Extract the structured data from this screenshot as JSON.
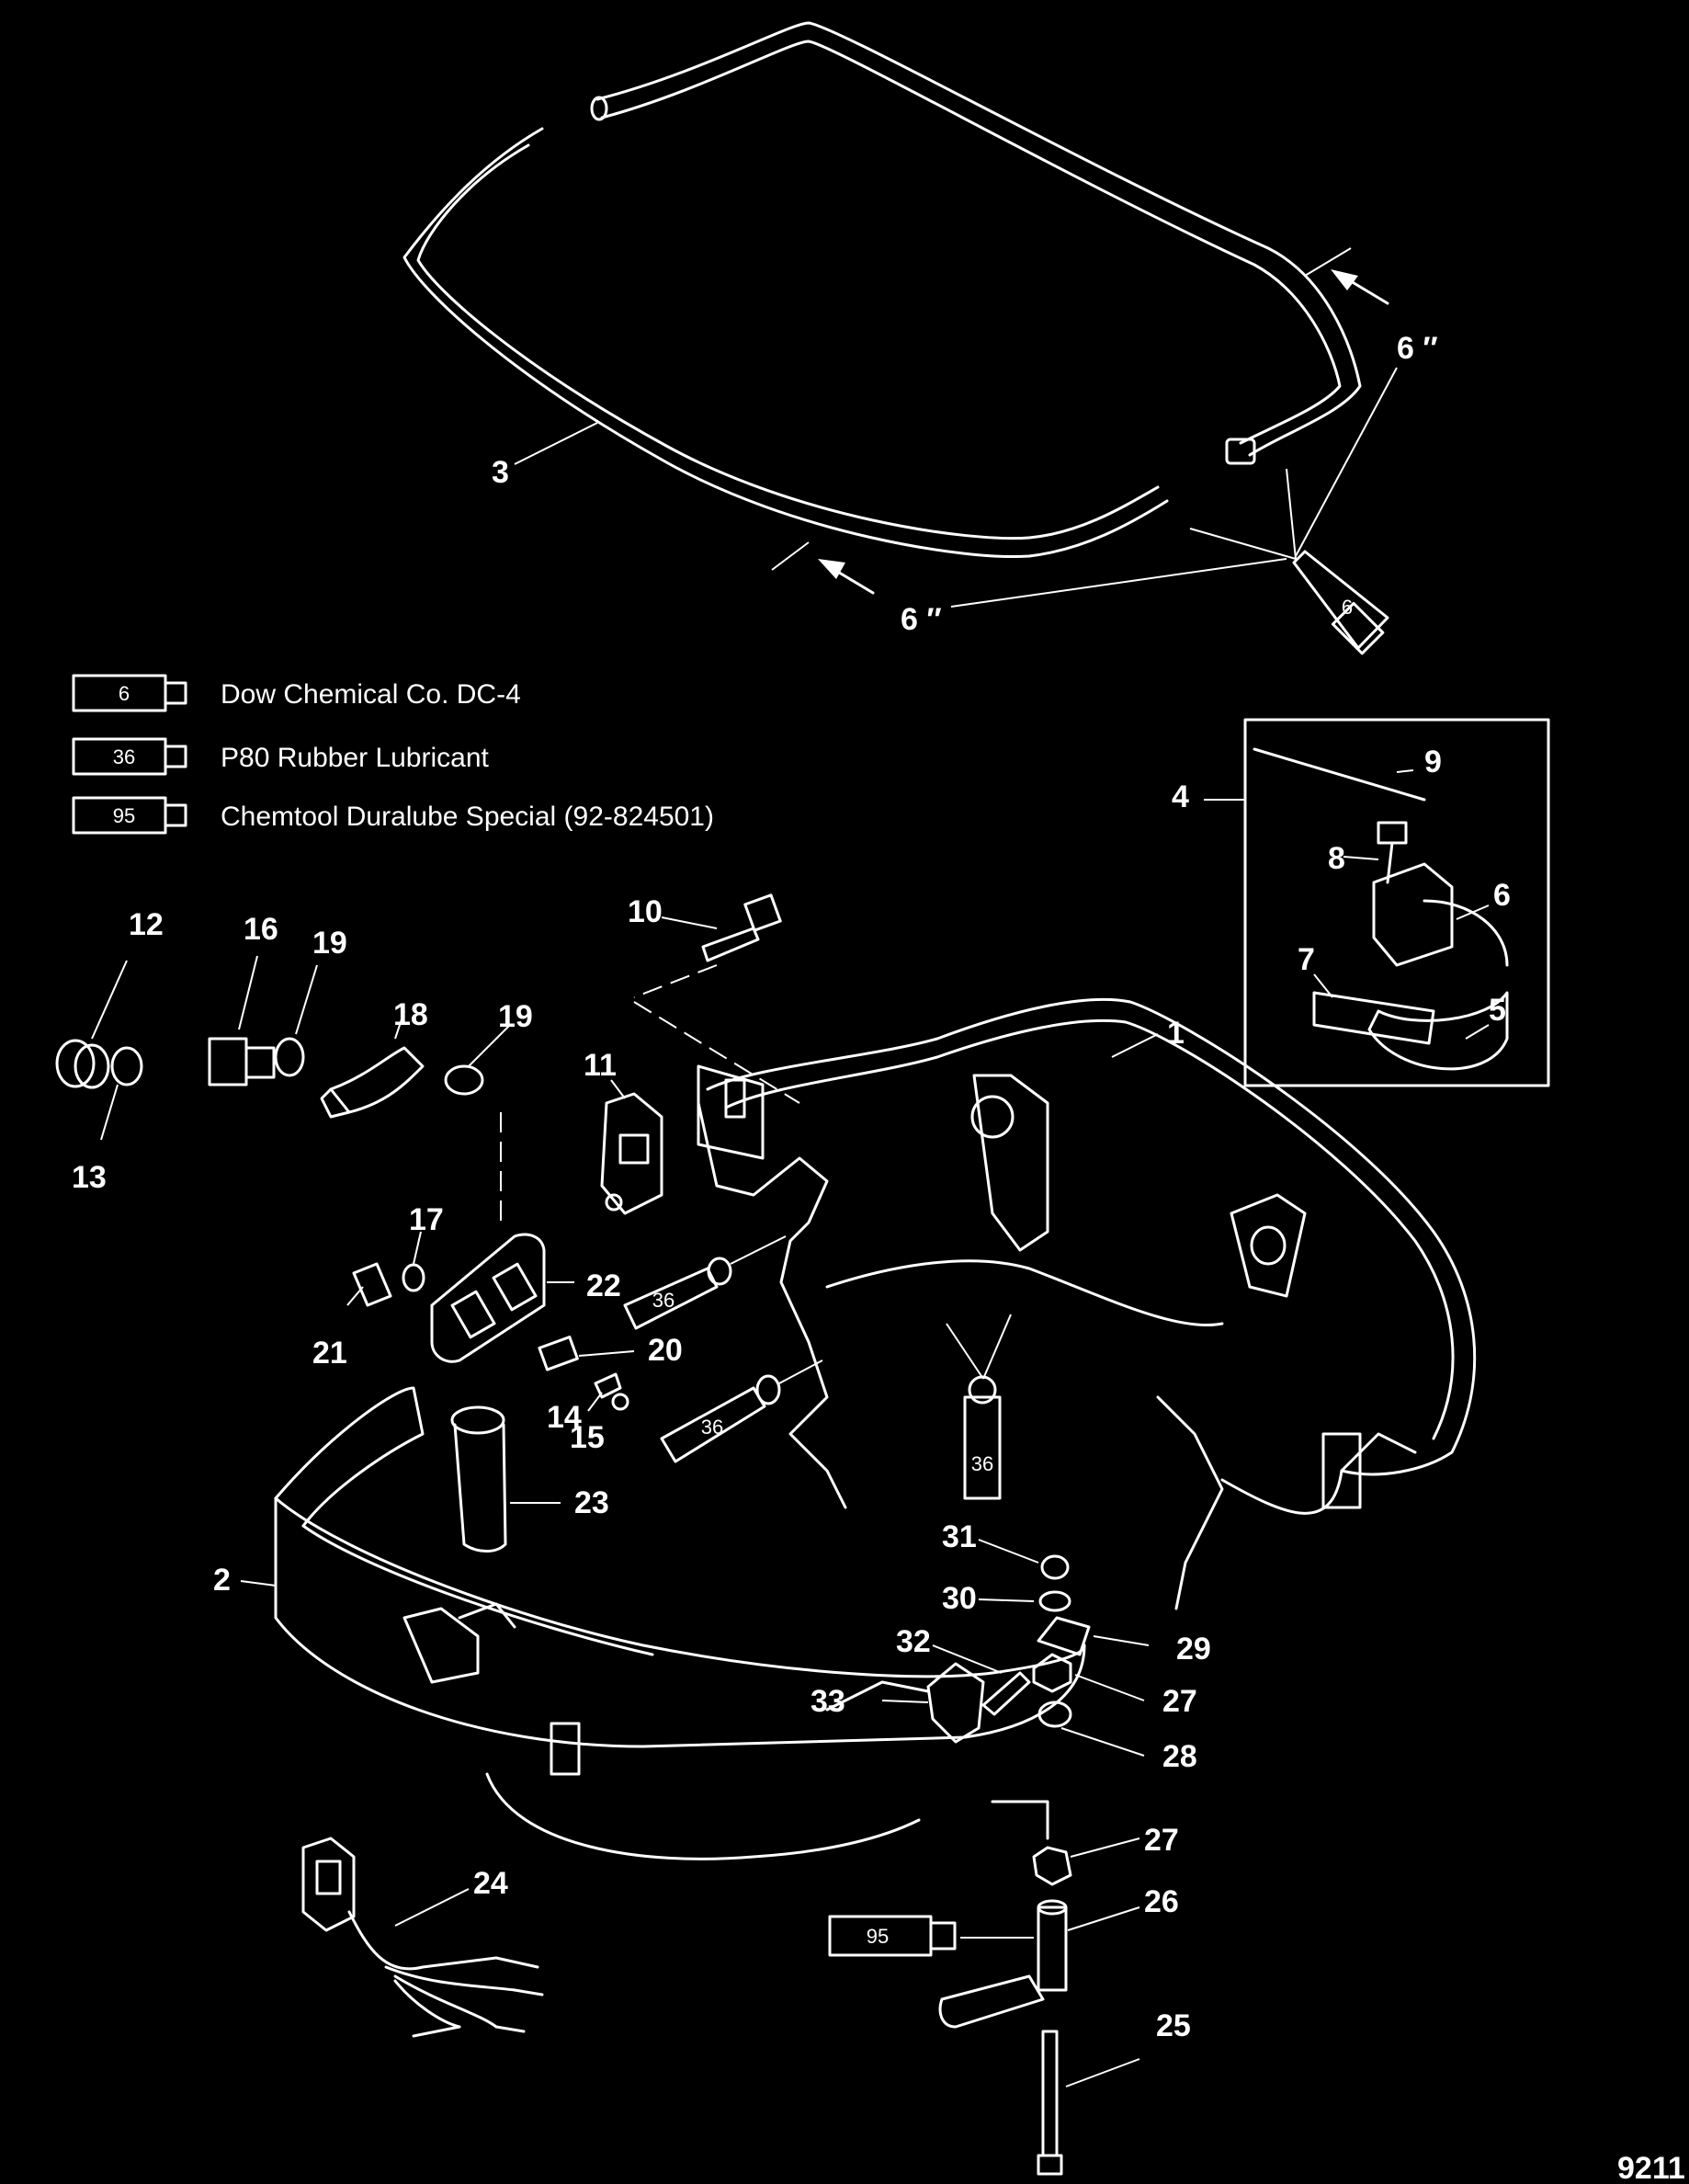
{
  "legend": [
    {
      "code": "6",
      "text": "Dow Chemical Co. DC-4"
    },
    {
      "code": "36",
      "text": "P80 Rubber Lubricant"
    },
    {
      "code": "95",
      "text": "Chemtool Duralube Special (92-824501)"
    }
  ],
  "dimension_label": "6 ″",
  "figure_id": "9211",
  "callouts": {
    "c1": "1",
    "c2": "2",
    "c3": "3",
    "c4": "4",
    "c5": "5",
    "c6": "6",
    "c7": "7",
    "c8": "8",
    "c9": "9",
    "c10": "10",
    "c11": "11",
    "c12": "12",
    "c13": "13",
    "c14": "14",
    "c15": "15",
    "c16": "16",
    "c17": "17",
    "c18": "18",
    "c19a": "19",
    "c19b": "19",
    "c20": "20",
    "c21": "21",
    "c22": "22",
    "c23": "23",
    "c24": "24",
    "c25": "25",
    "c26": "26",
    "c27a": "27",
    "c27b": "27",
    "c28": "28",
    "c29": "29",
    "c30": "30",
    "c31": "31",
    "c32": "32",
    "c33": "33"
  },
  "tube_codes": {
    "seal": "6",
    "t1": "36",
    "t2": "36",
    "t3": "36",
    "t4": "95"
  }
}
